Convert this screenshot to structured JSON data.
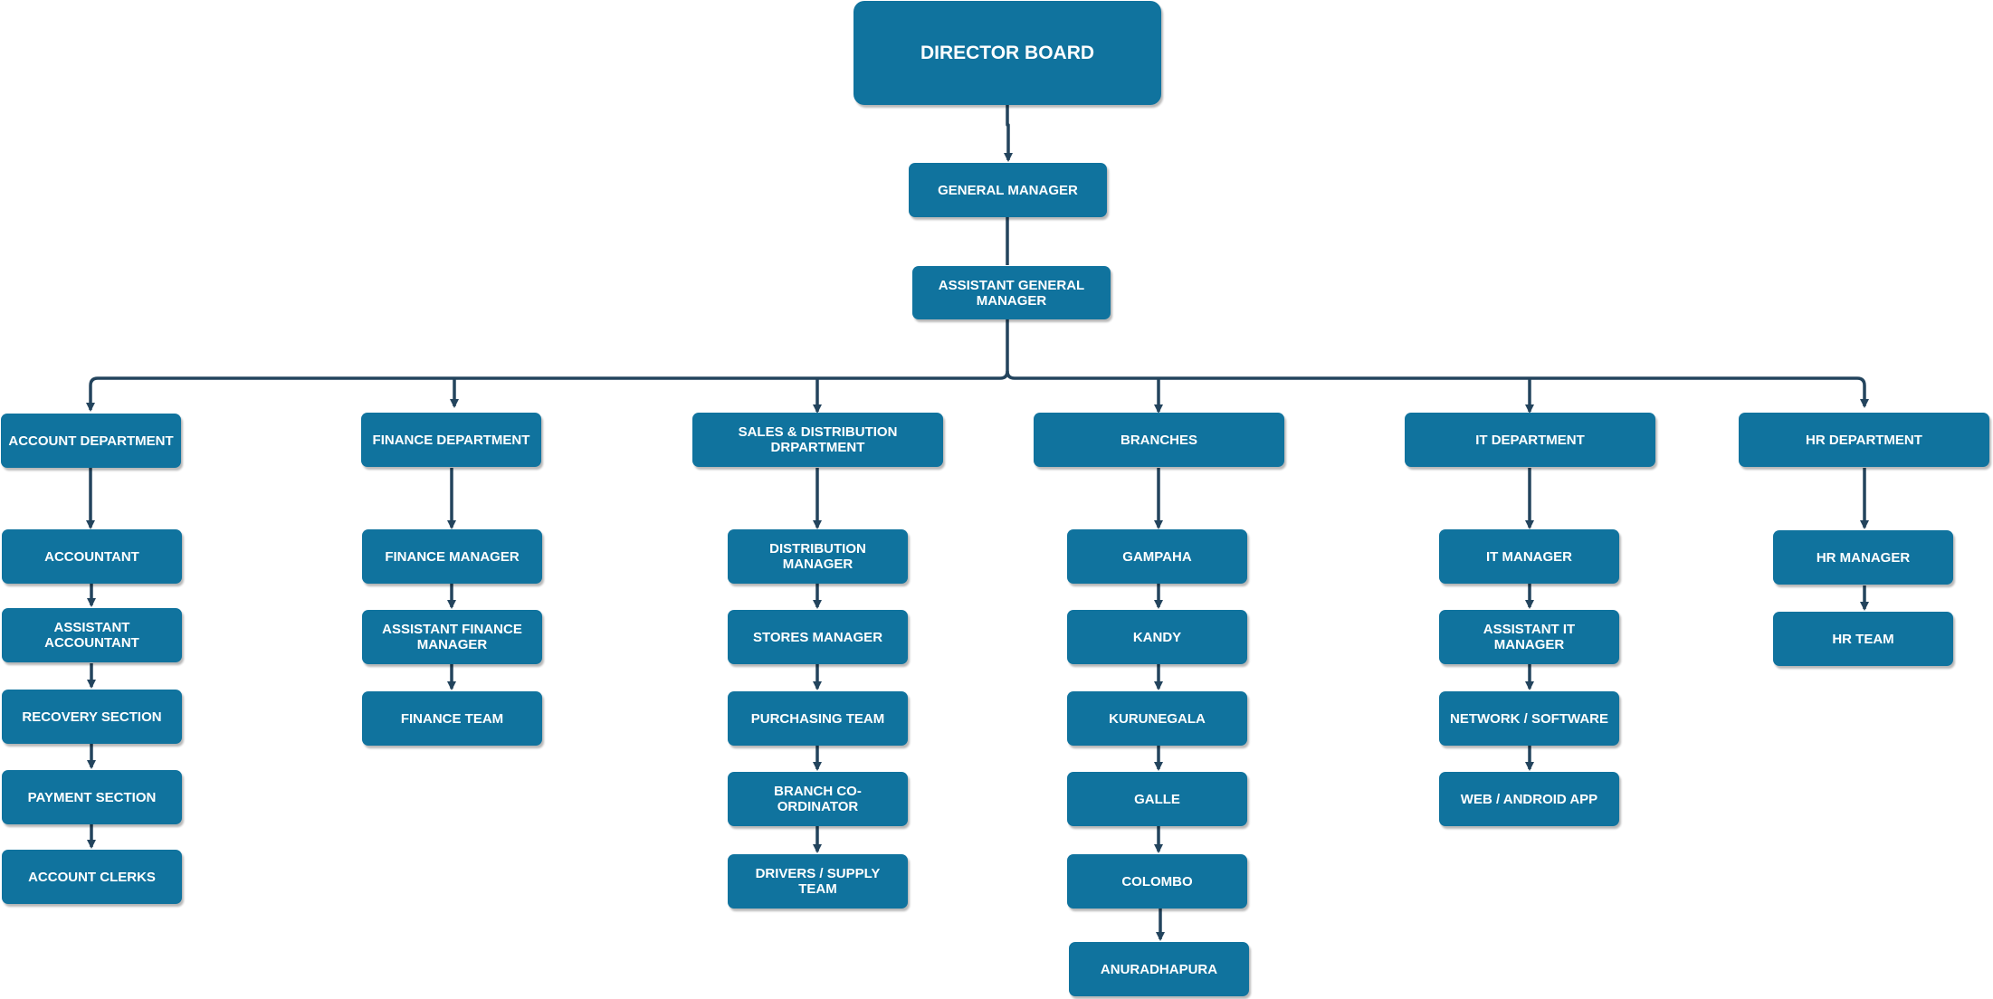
{
  "org": {
    "director": "DIRECTOR BOARD",
    "general_manager": "GENERAL MANAGER",
    "assistant_general_manager": "ASSISTANT GENERAL MANAGER",
    "account": {
      "head": "ACCOUNT DEPARTMENT",
      "items": [
        "ACCOUNTANT",
        "ASSISTANT ACCOUNTANT",
        "RECOVERY SECTION",
        "PAYMENT SECTION",
        "ACCOUNT CLERKS"
      ]
    },
    "finance": {
      "head": "FINANCE DEPARTMENT",
      "items": [
        "FINANCE MANAGER",
        "ASSISTANT FINANCE MANAGER",
        "FINANCE TEAM"
      ]
    },
    "sales": {
      "head": "SALES & DISTRIBUTION DRPARTMENT",
      "items": [
        "DISTRIBUTION MANAGER",
        "STORES MANAGER",
        "PURCHASING TEAM",
        "BRANCH CO-ORDINATOR",
        "DRIVERS / SUPPLY TEAM"
      ]
    },
    "branches": {
      "head": "BRANCHES",
      "items": [
        "GAMPAHA",
        "KANDY",
        "KURUNEGALA",
        "GALLE",
        "COLOMBO",
        "ANURADHAPURA"
      ]
    },
    "it": {
      "head": "IT DEPARTMENT",
      "items": [
        "IT MANAGER",
        "ASSISTANT IT MANAGER",
        "NETWORK / SOFTWARE",
        "WEB / ANDROID APP"
      ]
    },
    "hr": {
      "head": "HR DEPARTMENT",
      "items": [
        "HR MANAGER",
        "HR TEAM"
      ]
    }
  },
  "colors": {
    "node_fill": "#10739e",
    "node_text": "#ffffff",
    "connector": "#23445d"
  }
}
